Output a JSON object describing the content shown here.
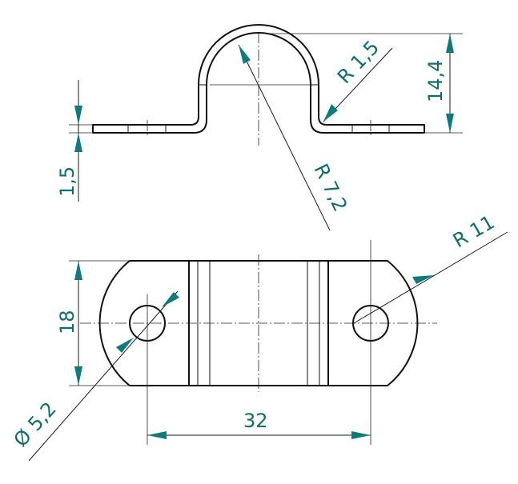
{
  "drawing": {
    "accent_color": "#0e7a7a",
    "dimensions": {
      "radius_inner": "R 1,5",
      "height_total": "14,4",
      "thickness": "1,5",
      "radius_arc": "R 7,2",
      "radius_end": "R 11",
      "width": "18",
      "hole_diameter": "Ø 5,2",
      "hole_spacing": "32"
    }
  }
}
